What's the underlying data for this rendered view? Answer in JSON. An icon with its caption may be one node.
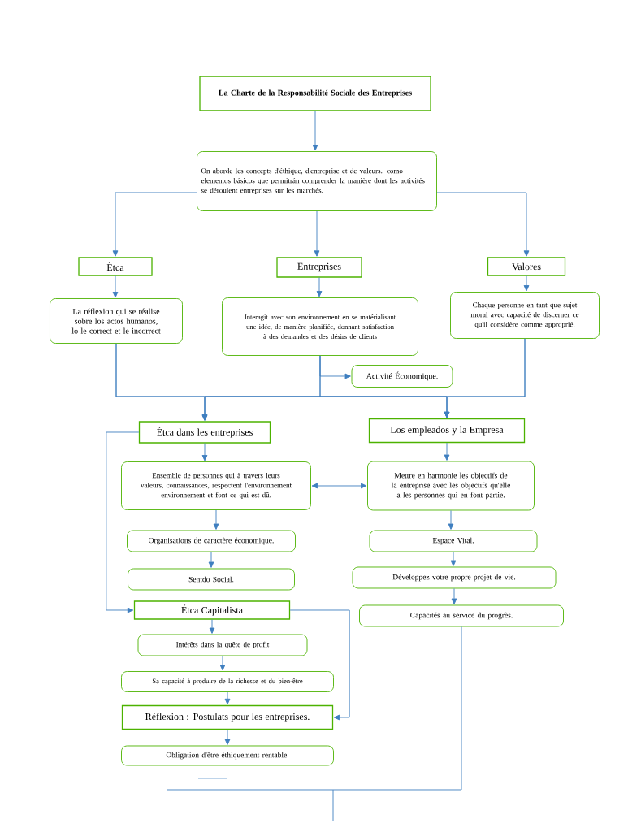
{
  "diagram": {
    "nodes": [
      {
        "text": [
          "La Charte de la Responsabilité Sociale des Entreprises"
        ]
      },
      {
        "text": [
          "On aborde les concepts d'éthique, d'entreprise et de valeurs. como elementos básicos que permitrán comprender la manière dont les activités se déroulent entreprises sur les marchés."
        ]
      },
      {
        "text": [
          "Ètca"
        ]
      },
      {
        "text": [
          "Entreprises"
        ]
      },
      {
        "text": [
          "Valores"
        ]
      },
      {
        "text": [
          "La réflexion qui se réalise sobre los actos humanos, lo le correct et le incorrect"
        ]
      },
      {
        "text": [
          "Interagit avec son environnement en se matérialisant une idée, de manière planifiée, donnant satisfaction à des demandes et des désirs de clients"
        ]
      },
      {
        "text": [
          "Chaque personne en tant que sujet moral avec capacité de discerner ce qu'il considère comme approprié."
        ]
      },
      {
        "text": [
          "Activité Économique."
        ]
      },
      {
        "text": [
          "Étca dans les entreprises"
        ]
      },
      {
        "text": [
          "Los empleados y la Empresa"
        ]
      },
      {
        "text": [
          "Ensemble de personnes qui à travers leurs valeurs, connaissances, respectent l'environnement environnement et font ce qui est dû."
        ]
      },
      {
        "text": [
          "Mettre en harmonie les objectifs de la entreprise avec les objectifs qu'elle a les personnes qui en font partie."
        ]
      },
      {
        "text": [
          "Organisations de caractère économique."
        ]
      },
      {
        "text": [
          "Espace Vital."
        ]
      },
      {
        "text": [
          "Sentdo Social."
        ]
      },
      {
        "text": [
          "Développez votre propre projet de vie."
        ]
      },
      {
        "text": [
          "Étca Capitalista"
        ]
      },
      {
        "text": [
          "Capacités au service du progrès."
        ]
      },
      {
        "text": [
          "Intérêts dans la quête de profit"
        ]
      },
      {
        "text": [
          "Sa capacité à produire de la richesse et du bien-être"
        ]
      },
      {
        "text": [
          "Réflexion : Postulats pour les entreprises."
        ]
      },
      {
        "text": [
          "Obligation d'être éthiquement rentable."
        ]
      }
    ],
    "edges": [
      {
        "from": 0,
        "to": 1,
        "arrow": "to"
      },
      {
        "from": 1,
        "to": 2,
        "arrow": "to"
      },
      {
        "from": 1,
        "to": 3,
        "arrow": "to"
      },
      {
        "from": 1,
        "to": 4,
        "arrow": "to"
      },
      {
        "from": 2,
        "to": 5,
        "arrow": "to"
      },
      {
        "from": 3,
        "to": 6,
        "arrow": "to"
      },
      {
        "from": 4,
        "to": 7,
        "arrow": "to"
      },
      {
        "from": 6,
        "to": 8,
        "arrow": "to"
      },
      {
        "from": 5,
        "to": 9,
        "arrow": "to"
      },
      {
        "from": 5,
        "to": 10,
        "arrow": "to"
      },
      {
        "from": 6,
        "to": 9,
        "arrow": "to"
      },
      {
        "from": 6,
        "to": 10,
        "arrow": "to"
      },
      {
        "from": 7,
        "to": 9,
        "arrow": "to"
      },
      {
        "from": 7,
        "to": 10,
        "arrow": "to"
      },
      {
        "from": 9,
        "to": 11,
        "arrow": "to"
      },
      {
        "from": 10,
        "to": 12,
        "arrow": "to"
      },
      {
        "from": 11,
        "to": 12,
        "arrow": "both"
      },
      {
        "from": 11,
        "to": 13,
        "arrow": "to"
      },
      {
        "from": 13,
        "to": 15,
        "arrow": "to"
      },
      {
        "from": 12,
        "to": 14,
        "arrow": "to"
      },
      {
        "from": 14,
        "to": 16,
        "arrow": "to"
      },
      {
        "from": 16,
        "to": 18,
        "arrow": "to"
      },
      {
        "from": 9,
        "to": 17,
        "arrow": "to"
      },
      {
        "from": 17,
        "to": 19,
        "arrow": "to"
      },
      {
        "from": 19,
        "to": 20,
        "arrow": "to"
      },
      {
        "from": 20,
        "to": 21,
        "arrow": "to"
      },
      {
        "from": 21,
        "to": 22,
        "arrow": "to"
      },
      {
        "from": 17,
        "to": 21,
        "arrow": "to"
      },
      {
        "from": 18,
        "to": null,
        "arrow": "none"
      }
    ]
  }
}
